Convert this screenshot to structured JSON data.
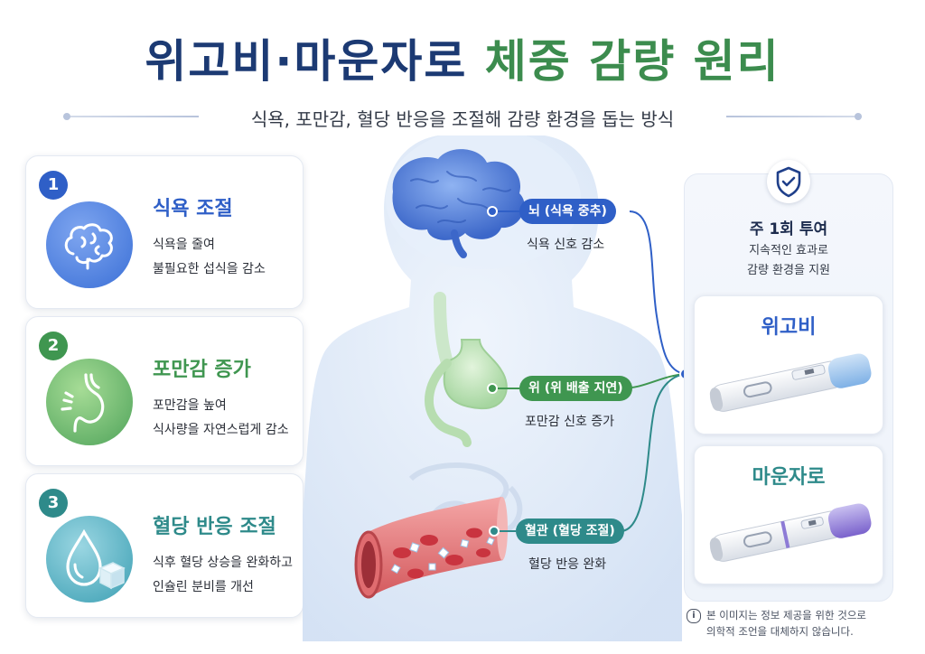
{
  "header": {
    "title_part1": "위고비·마운자로",
    "title_part2": "체중 감량 원리",
    "subtitle": "식욕, 포만감, 혈당 반응을 조절해 감량 환경을 돕는 방식"
  },
  "cards": [
    {
      "number": "1",
      "title": "식욕 조절",
      "desc1": "식욕을 줄여",
      "desc2": "불필요한 섭식을 감소",
      "icon": "brain-icon",
      "color": "#2f5fc7"
    },
    {
      "number": "2",
      "title": "포만감 증가",
      "desc1": "포만감을 높여",
      "desc2": "식사량을 자연스럽게 감소",
      "icon": "stomach-icon",
      "color": "#3f9650"
    },
    {
      "number": "3",
      "title": "혈당 반응 조절",
      "desc1": "식후 혈당 상승을 완화하고",
      "desc2": "인슐린 분비를 개선",
      "icon": "blood-drop-sugar-icon",
      "color": "#2e8a8a"
    }
  ],
  "body_labels": [
    {
      "label": "뇌 (식욕 중추)",
      "sub": "식욕 신호 감소",
      "color": "#2f5fc7"
    },
    {
      "label": "위 (위 배출 지연)",
      "sub": "포만감 신호 증가",
      "color": "#3f9650"
    },
    {
      "label": "혈관 (혈당 조절)",
      "sub": "혈당 반응 완화",
      "color": "#2e8a8a"
    }
  ],
  "right_panel": {
    "icon": "shield-check-icon",
    "title": "주 1회 투여",
    "desc1": "지속적인 효과로",
    "desc2": "감량 환경을 지원",
    "pens": [
      {
        "name": "위고비",
        "color": "#2f5fc7",
        "accent": "#9cc3ec"
      },
      {
        "name": "마운자로",
        "color": "#2e8a8a",
        "accent": "#8d7bd6"
      }
    ]
  },
  "disclaimer": {
    "icon": "info-icon",
    "line1": "본 이미지는 정보 제공을 위한 것으로",
    "line2": "의학적 조언을 대체하지 않습니다."
  }
}
